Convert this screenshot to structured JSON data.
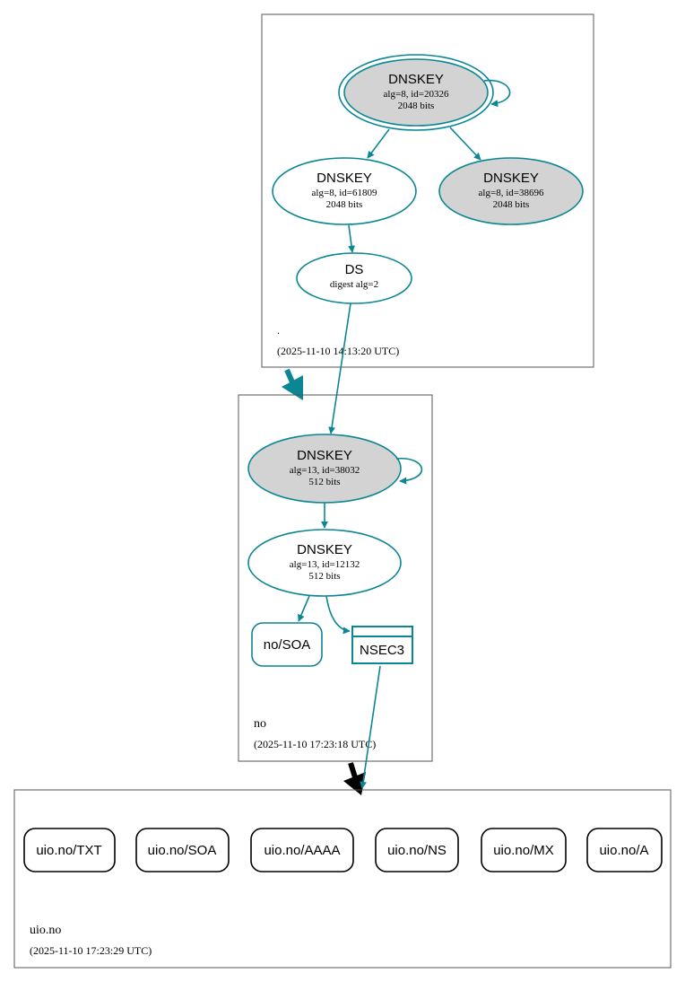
{
  "colors": {
    "edge": "#0a8694",
    "fill_gray": "#d3d3d3",
    "zone_border": "#555555",
    "black": "#000000",
    "white": "#ffffff"
  },
  "zones": {
    "root": {
      "name": ".",
      "timestamp": "(2025-11-10 14:13:20 UTC)",
      "ksk": {
        "type": "DNSKEY",
        "detail": "alg=8, id=20326",
        "bits": "2048 bits"
      },
      "zsk": {
        "type": "DNSKEY",
        "detail": "alg=8, id=61809",
        "bits": "2048 bits"
      },
      "key3": {
        "type": "DNSKEY",
        "detail": "alg=8, id=38696",
        "bits": "2048 bits"
      },
      "ds": {
        "type": "DS",
        "detail": "digest alg=2"
      }
    },
    "no": {
      "name": "no",
      "timestamp": "(2025-11-10 17:23:18 UTC)",
      "ksk": {
        "type": "DNSKEY",
        "detail": "alg=13, id=38032",
        "bits": "512 bits"
      },
      "zsk": {
        "type": "DNSKEY",
        "detail": "alg=13, id=12132",
        "bits": "512 bits"
      },
      "soa": "no/SOA",
      "nsec3": "NSEC3"
    },
    "uio": {
      "name": "uio.no",
      "timestamp": "(2025-11-10 17:23:29 UTC)",
      "records": [
        "uio.no/TXT",
        "uio.no/SOA",
        "uio.no/AAAA",
        "uio.no/NS",
        "uio.no/MX",
        "uio.no/A"
      ]
    }
  }
}
